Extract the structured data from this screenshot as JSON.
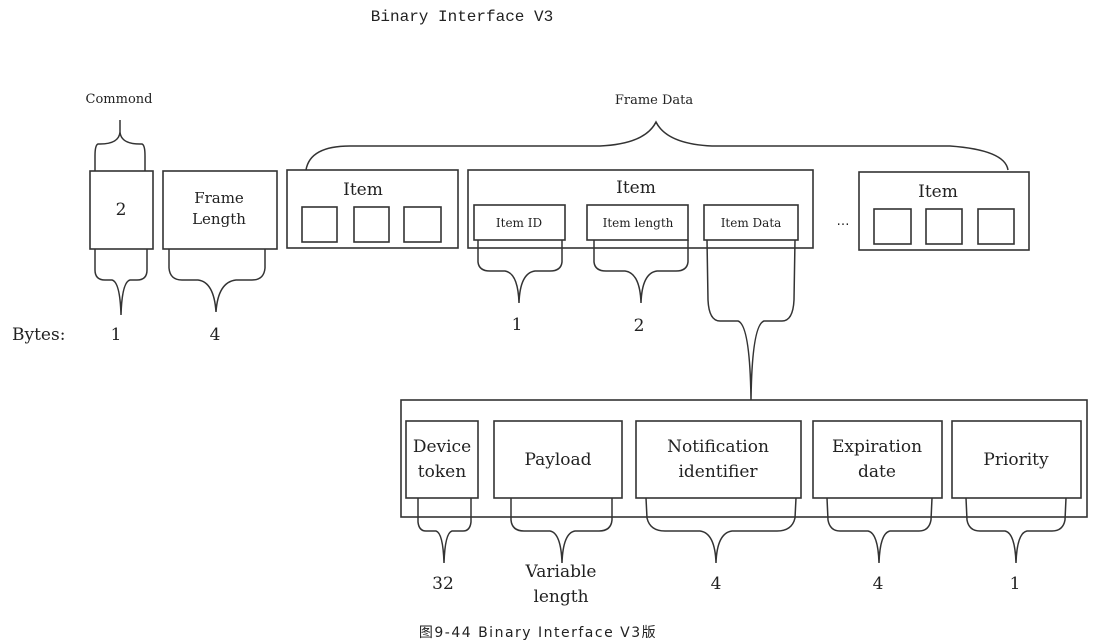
{
  "title": "Binary Interface V3",
  "caption": "图9-44   Binary Interface V3版",
  "bytes_label": "Bytes:",
  "command": {
    "label": "Commond",
    "value": "2",
    "bytes": "1"
  },
  "frame_length": {
    "label_line1": "Frame",
    "label_line2": "Length",
    "bytes": "4"
  },
  "frame_data": {
    "label": "Frame Data"
  },
  "items": {
    "item_label": "Item",
    "ellipsis": "…",
    "fields": [
      {
        "label": "Item ID",
        "bytes": "1"
      },
      {
        "label": "Item length",
        "bytes": "2"
      },
      {
        "label": "Item Data",
        "bytes": ""
      }
    ]
  },
  "item_data_fields": [
    {
      "line1": "Device",
      "line2": "token",
      "bytes_line1": "32",
      "bytes_line2": ""
    },
    {
      "line1": "Payload",
      "line2": "",
      "bytes_line1": "Variable",
      "bytes_line2": "length"
    },
    {
      "line1": "Notification",
      "line2": "identifier",
      "bytes_line1": "4",
      "bytes_line2": ""
    },
    {
      "line1": "Expiration",
      "line2": "date",
      "bytes_line1": "4",
      "bytes_line2": ""
    },
    {
      "line1": "Priority",
      "line2": "",
      "bytes_line1": "1",
      "bytes_line2": ""
    }
  ]
}
